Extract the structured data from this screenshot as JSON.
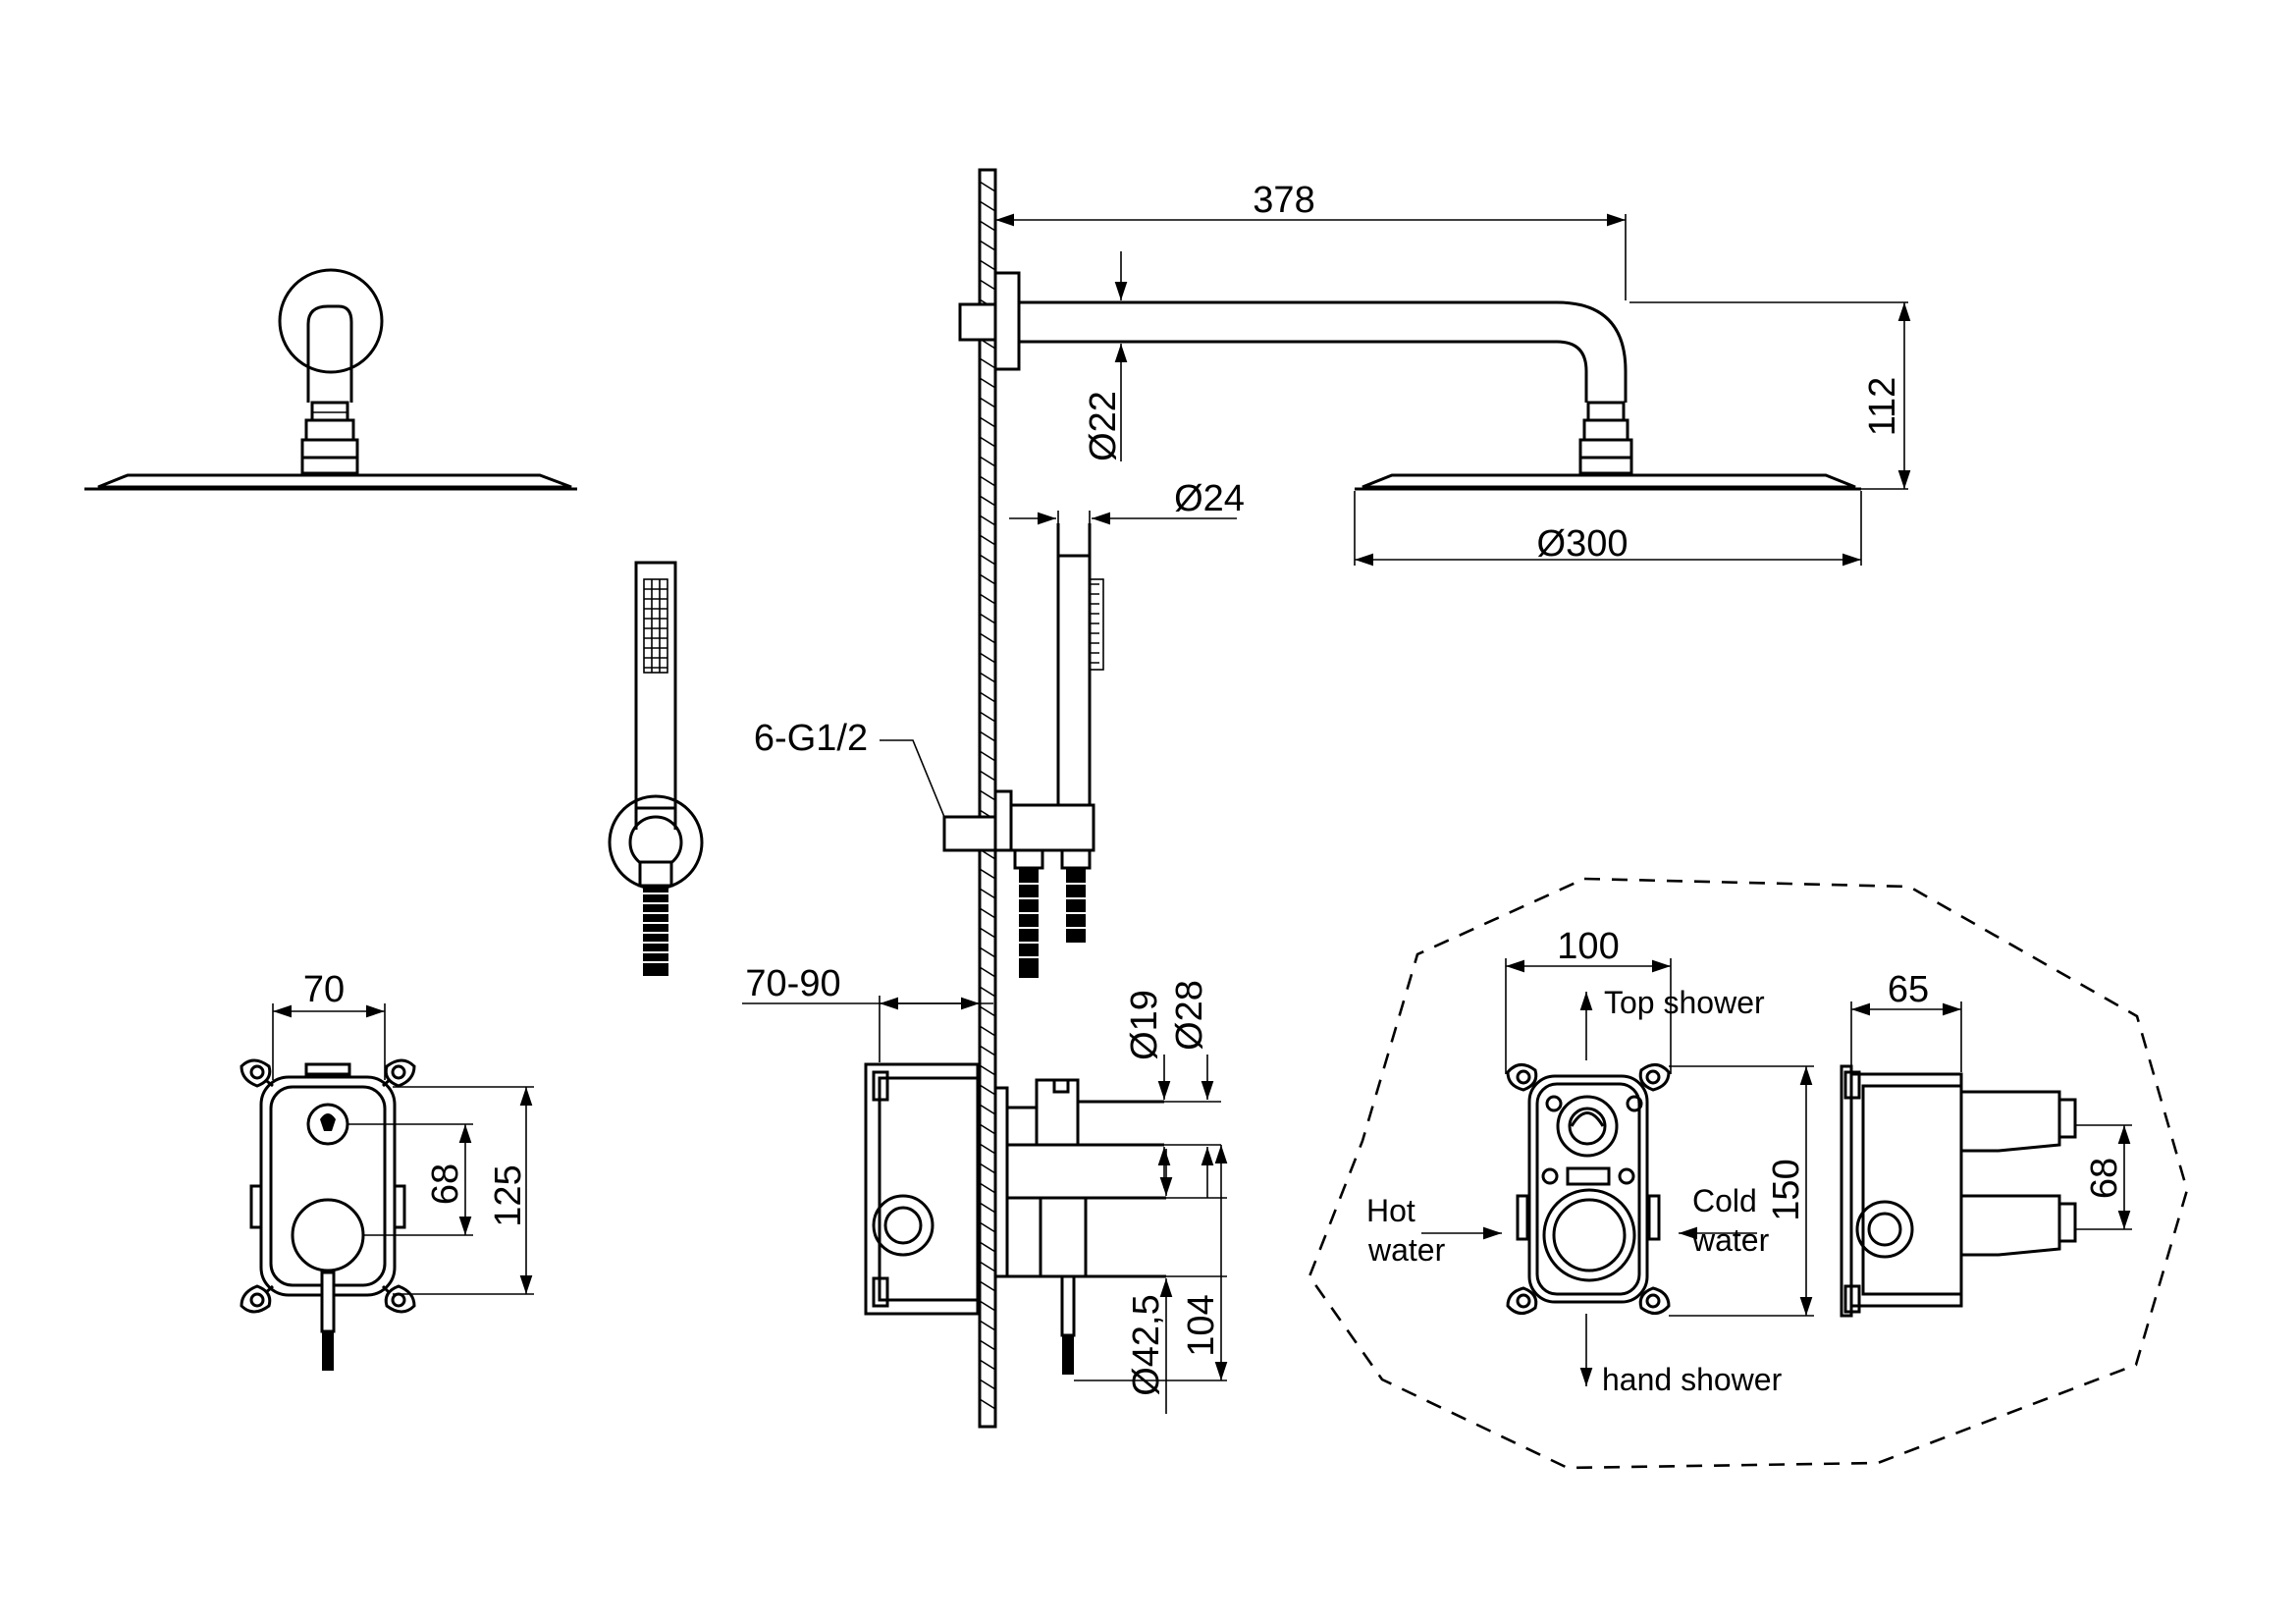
{
  "dimensions": {
    "arm_length": "378",
    "arm_diameter": "Ø22",
    "drop_height": "112",
    "head_diameter": "Ø300",
    "rail_diameter": "Ø24",
    "connection": "6-G1/2",
    "wall_depth": "70-90",
    "spout_d19": "Ø19",
    "spout_d28": "Ø28",
    "spout_d42": "Ø42,5",
    "spout_104": "104",
    "box_width_70": "70",
    "box_68": "68",
    "box_125": "125"
  },
  "valve_detail": {
    "width_100": "100",
    "height_150": "150",
    "depth_65": "65",
    "side_68": "68",
    "top_shower": "Top shower",
    "hand_shower": "hand shower",
    "hot_1": "Hot",
    "hot_2": "water",
    "cold_1": "Cold",
    "cold_2": "water"
  }
}
